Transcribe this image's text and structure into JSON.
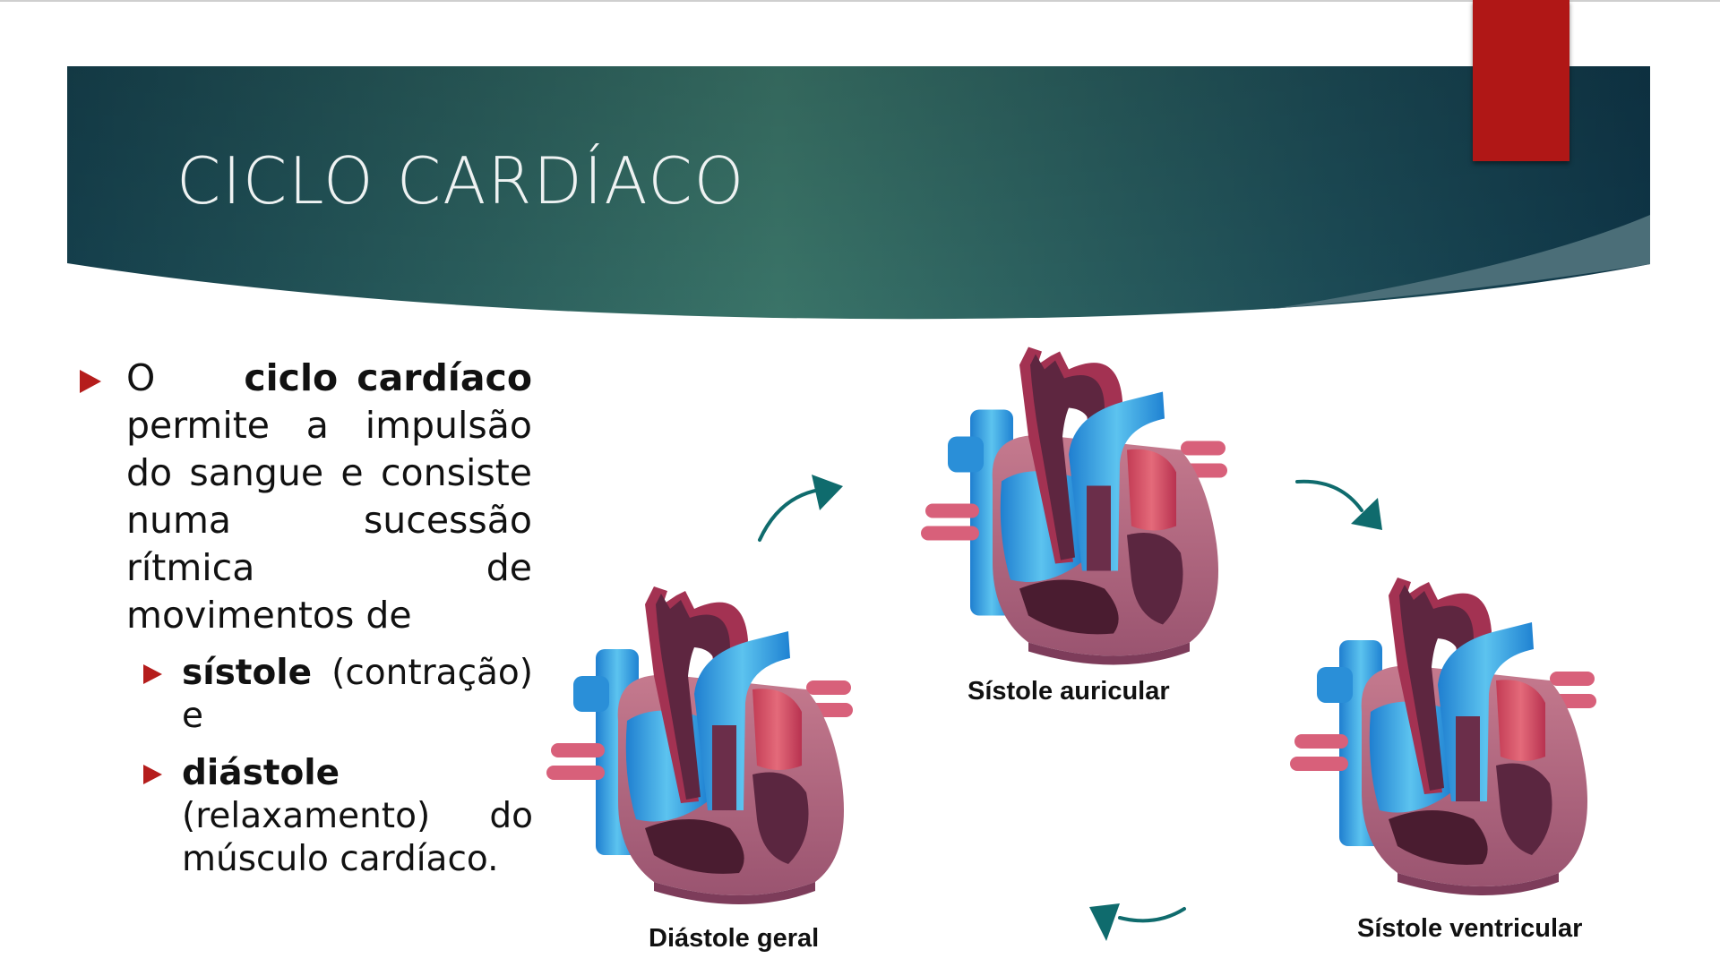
{
  "slide": {
    "title": "CICLO CARDÍACO",
    "colors": {
      "banner_dark": "#123a4a",
      "banner_light": "#3a7468",
      "accent_red": "#b01716",
      "bullet_red": "#b51d1c",
      "arrow_teal": "#0f6b6d"
    }
  },
  "body": {
    "main_bullet": {
      "prefix": "O",
      "bold": "ciclo cardíaco",
      "rest": "permite a impulsão do sangue e consiste numa sucessão rítmica de movimentos de"
    },
    "sub_bullets": [
      {
        "bold": "sístole",
        "rest": " (contração) e"
      },
      {
        "bold": "diástole",
        "rest": "(relaxamento) do músculo cardíaco."
      }
    ]
  },
  "diagram": {
    "phases": [
      {
        "label": "Diástole geral"
      },
      {
        "label": "Sístole auricular"
      },
      {
        "label": "Sístole ventricular"
      }
    ],
    "arrows": [
      {
        "from": "Diástole geral",
        "to": "Sístole auricular"
      },
      {
        "from": "Sístole auricular",
        "to": "Sístole ventricular"
      },
      {
        "from": "Sístole ventricular",
        "to": "Diástole geral"
      }
    ]
  }
}
